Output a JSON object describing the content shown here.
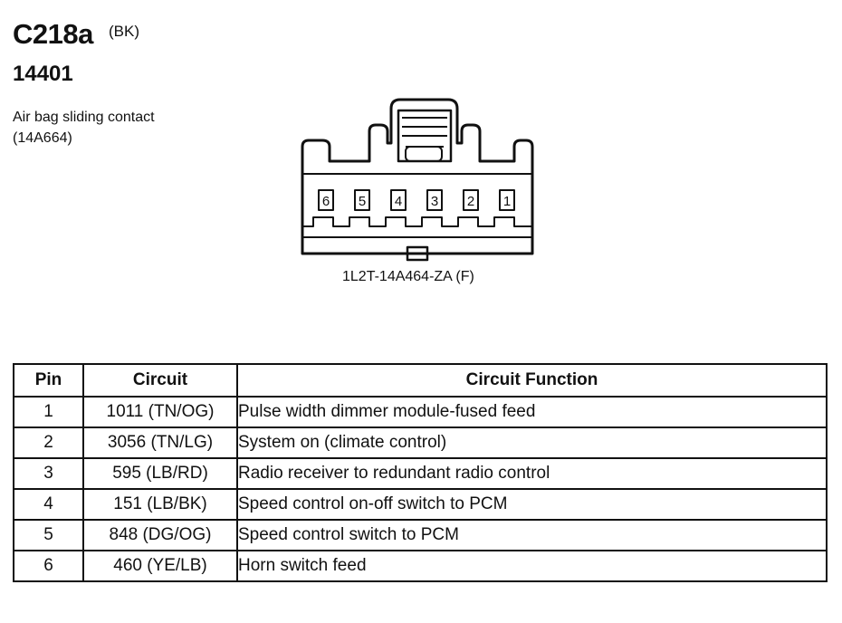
{
  "header": {
    "connector_id": "C218a",
    "connector_color": "(BK)",
    "part_number": "14401",
    "description_line1": "Air bag sliding contact",
    "description_line2": "(14A664)"
  },
  "diagram": {
    "view_label": "1L2T-14A464-ZA (F)",
    "pin_labels": [
      "6",
      "5",
      "4",
      "3",
      "2",
      "1"
    ]
  },
  "table": {
    "headers": {
      "pin": "Pin",
      "circuit": "Circuit",
      "function": "Circuit Function"
    },
    "rows": [
      {
        "pin": "1",
        "circuit": "1011 (TN/OG)",
        "function": "Pulse width dimmer module-fused feed"
      },
      {
        "pin": "2",
        "circuit": "3056 (TN/LG)",
        "function": "System on (climate control)"
      },
      {
        "pin": "3",
        "circuit": "595 (LB/RD)",
        "function": "Radio receiver to redundant radio control"
      },
      {
        "pin": "4",
        "circuit": "151 (LB/BK)",
        "function": "Speed control on-off switch to PCM"
      },
      {
        "pin": "5",
        "circuit": "848 (DG/OG)",
        "function": "Speed control switch to PCM"
      },
      {
        "pin": "6",
        "circuit": "460 (YE/LB)",
        "function": "Horn switch feed"
      }
    ]
  }
}
